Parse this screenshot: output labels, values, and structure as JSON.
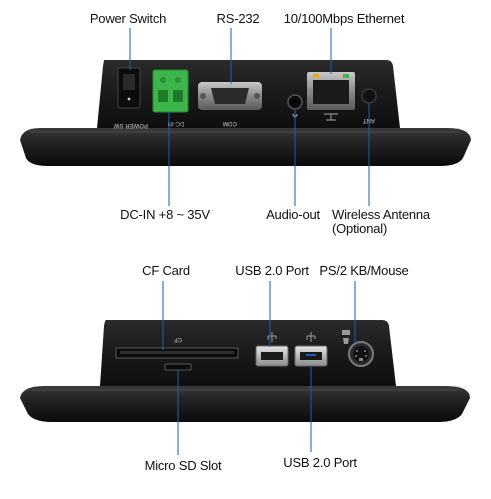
{
  "labels": {
    "power_switch": "Power Switch",
    "rs232": "RS-232",
    "ethernet": "10/100Mbps Ethernet",
    "dc_in": "DC-IN +8 ~ 35V",
    "audio_out": "Audio-out",
    "wireless_1": "Wireless Antenna",
    "wireless_2": "(Optional)",
    "cf_card": "CF Card",
    "usb_top": "USB 2.0 Port",
    "ps2": "PS/2 KB/Mouse",
    "micro_sd": "Micro SD Slot",
    "usb_bottom": "USB 2.0 Port"
  },
  "panel_marks": {
    "power_sw": "POWER SW",
    "dc_in": "DC-IN",
    "com": "COM",
    "ant": "ANT",
    "cf": "CF"
  },
  "colors": {
    "device_body": "#1b1b1b",
    "device_edge": "#2a2a2a",
    "terminal_block": "#3cb54a",
    "leader_line": "#1a5fb4",
    "label_text": "#111111"
  }
}
